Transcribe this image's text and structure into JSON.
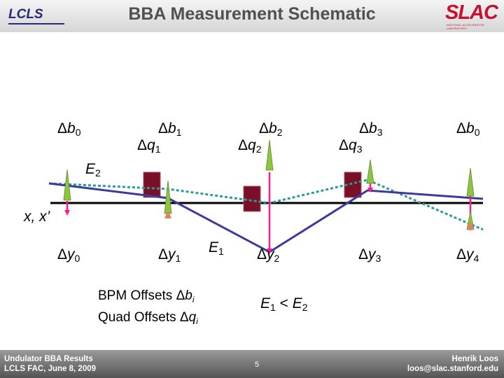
{
  "header": {
    "title": "BBA Measurement Schematic",
    "logo_left": "LCLS",
    "logo_right": "SLAC",
    "logo_right_tagline": "NATIONAL ACCELERATOR LABORATORY"
  },
  "diagram": {
    "bpm_labels": [
      {
        "delta": "Δ",
        "sym": "b",
        "sub": "0"
      },
      {
        "delta": "Δ",
        "sym": "b",
        "sub": "1"
      },
      {
        "delta": "Δ",
        "sym": "b",
        "sub": "2"
      },
      {
        "delta": "Δ",
        "sym": "b",
        "sub": "3"
      },
      {
        "delta": "Δ",
        "sym": "b",
        "sub": "0"
      }
    ],
    "quad_labels": [
      {
        "delta": "Δ",
        "sym": "q",
        "sub": "1"
      },
      {
        "delta": "Δ",
        "sym": "q",
        "sub": "2"
      },
      {
        "delta": "Δ",
        "sym": "q",
        "sub": "3"
      }
    ],
    "y_labels": [
      {
        "delta": "Δ",
        "sym": "y",
        "sub": "0"
      },
      {
        "delta": "Δ",
        "sym": "y",
        "sub": "1"
      },
      {
        "delta": "Δ",
        "sym": "y",
        "sub": "2"
      },
      {
        "delta": "Δ",
        "sym": "y",
        "sub": "3"
      },
      {
        "delta": "Δ",
        "sym": "y",
        "sub": "4"
      }
    ],
    "e2_label": {
      "sym": "E",
      "sub": "2"
    },
    "e1_label": {
      "sym": "E",
      "sub": "1"
    },
    "xx_label": "x, x’",
    "offsets_text": {
      "bpm_prefix": "BPM Offsets Δ",
      "bpm_sym": "b",
      "bpm_sub": "i",
      "quad_prefix": "Quad Offsets Δ",
      "quad_sym": "q",
      "quad_sub": "i"
    },
    "relation": {
      "left_sym": "E",
      "left_sub": "1",
      "op": " < ",
      "right_sym": "E",
      "right_sub": "2"
    }
  },
  "footer": {
    "left_line1": "Undulator BBA Results",
    "left_line2": "LCLS FAC, June 8, 2009",
    "page_number": "5",
    "right_line1": "Henrik Loos",
    "right_line2": "loos@slac.stanford.edu"
  },
  "colors": {
    "beamline": "#000000",
    "trajectory_e1": "#3b3b9c",
    "trajectory_e2": "#2a9a9a",
    "quad": "#7a1027",
    "bpm": "#8cc63f",
    "offset_arrow": "#ff1a8c"
  }
}
